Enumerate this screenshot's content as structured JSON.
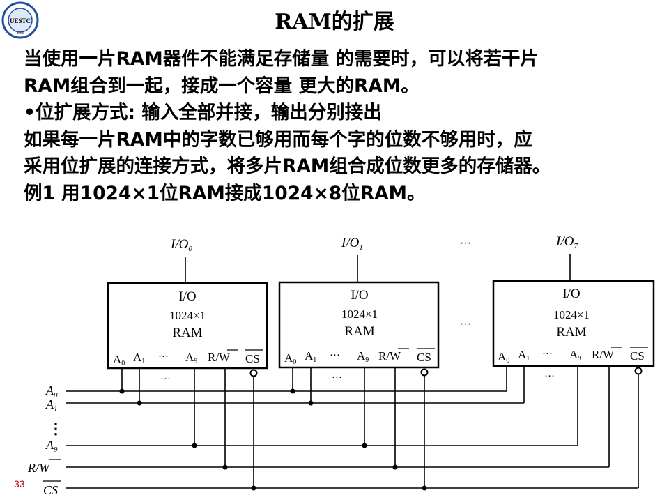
{
  "slide": {
    "title": "RAM的扩展",
    "page_number": "33",
    "logo_text": "UESTC",
    "logo_year": "1956"
  },
  "body_lines": [
    "当使用一片RAM器件不能满足存储量  的需要时，可以将若干片",
    "RAM组合到一起，接成一个容量  更大的RAM。",
    "•位扩展方式: 输入全部并接，输出分别接出",
    "如果每一片RAM中的字数已够用而每个字的位数不够用时，应",
    "采用位扩展的连接方式，将多片RAM组合成位数更多的存储器。",
    "例1  用1024×1位RAM接成1024×8位RAM。"
  ],
  "diagram": {
    "chips": [
      {
        "io_pin": "I/O",
        "size": "1024×1",
        "type": "RAM",
        "output_label": "I/O",
        "output_sub": "0"
      },
      {
        "io_pin": "I/O",
        "size": "1024×1",
        "type": "RAM",
        "output_label": "I/O",
        "output_sub": "1"
      },
      {
        "io_pin": "I/O",
        "size": "1024×1",
        "type": "RAM",
        "output_label": "I/O",
        "output_sub": "7"
      }
    ],
    "pin_labels": {
      "a0": "A",
      "a0_sub": "0",
      "a1": "A",
      "a1_sub": "1",
      "dots": "···",
      "a9": "A",
      "a9_sub": "9",
      "rw": "R/W",
      "cs": "CS"
    },
    "bus_labels": {
      "a0": "A",
      "a0_sub": "0",
      "a1": "A",
      "a1_sub": "1",
      "vdots": "⋮",
      "a9": "A",
      "a9_sub": "9",
      "rw": "R/W",
      "cs": "CS"
    },
    "ellipsis": "···"
  }
}
